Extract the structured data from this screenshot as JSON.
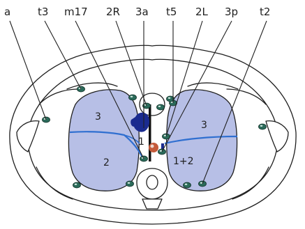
{
  "colors": {
    "lung_fill": "#b7bfe6",
    "divider_line": "#2f6fd0",
    "lymph_node": "#2b6b5a",
    "lymph_node_highlight": "#cfe7dd",
    "vessel_dark_blue": "#1a2b8f",
    "vessel_red": "#c45a3a",
    "outline": "#1f1f1f",
    "background": "#ffffff"
  },
  "station_labels": [
    "a",
    "t3",
    "m17",
    "2R",
    "3a",
    "t5",
    "2L",
    "3p",
    "t2"
  ],
  "zone_labels": {
    "right_upper": "3",
    "right_lower": "2",
    "center_right": "1",
    "left_upper": "3",
    "left_lower": "1+2"
  },
  "icons": [
    "lymph-node-marker"
  ]
}
